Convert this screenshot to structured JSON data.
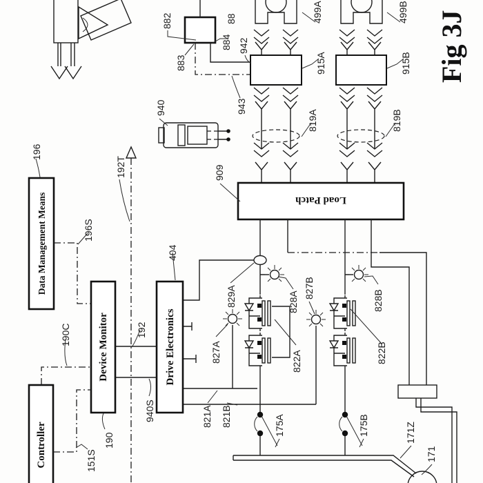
{
  "figure": {
    "caption": "Fig 3J"
  },
  "blocks": {
    "data_management": "Data Management Means",
    "device_monitor": "Device Monitor",
    "controller": "Controller",
    "drive_electronics": "Drive Electronics",
    "load_patch": "Load Patch"
  },
  "refs": {
    "r196": "196",
    "r196S": "196S",
    "r192T": "192T",
    "r192": "192",
    "r190C": "190C",
    "r190": "190",
    "r151S": "151S",
    "r940S": "940S",
    "r404": "404",
    "r882": "882",
    "r886": "88",
    "r883": "883",
    "r884": "884",
    "r942": "942",
    "r943": "943",
    "r940": "940",
    "r909": "909",
    "r499A": "499A",
    "r499B": "499B",
    "r915A": "915A",
    "r915B": "915B",
    "r819A": "819A",
    "r819B": "819B",
    "r829A": "829A",
    "r827A": "827A",
    "r828A": "828A",
    "r822A": "822A",
    "r827B": "827B",
    "r828B": "828B",
    "r822B": "822B",
    "r821A": "821A",
    "r821B": "821B",
    "r175A": "175A",
    "r175B": "175B",
    "r171Z": "171Z",
    "r171": "171"
  }
}
